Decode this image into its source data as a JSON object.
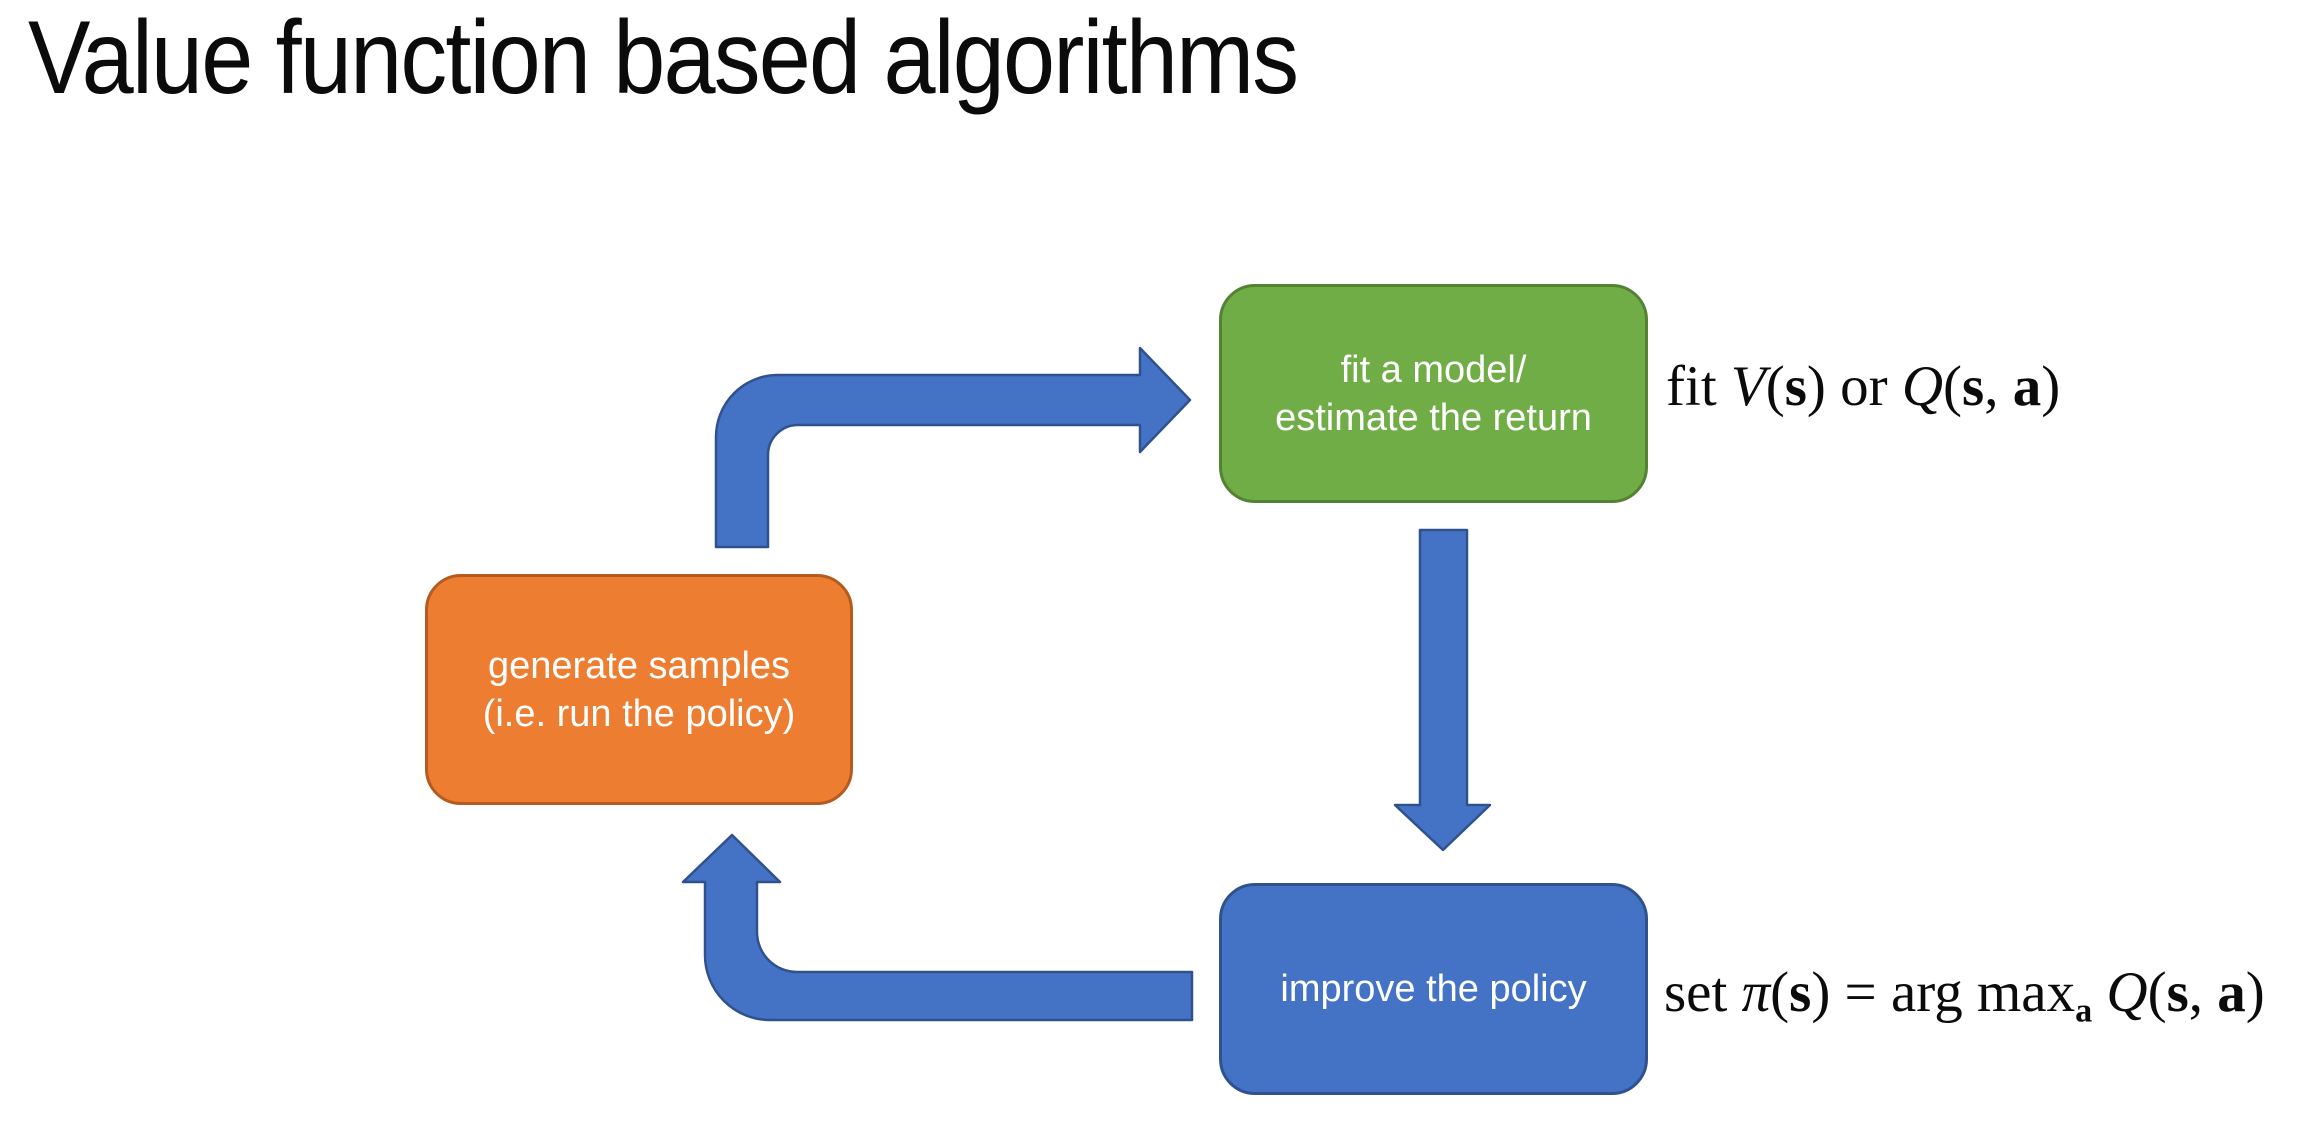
{
  "slide": {
    "title": "Value function based algorithms",
    "background_color": "#ffffff",
    "title_color": "#0b0b0b"
  },
  "boxes": {
    "fit_model": {
      "line1": "fit a model/",
      "line2": "estimate the return",
      "fill": "#70AD47",
      "border": "#538234",
      "text_color": "#ffffff"
    },
    "generate_samples": {
      "line1": "generate samples",
      "line2": "(i.e. run the policy)",
      "fill": "#ED7D31",
      "border": "#B55B1F",
      "text_color": "#ffffff"
    },
    "improve_policy": {
      "line1": "improve the policy",
      "fill": "#4472C4",
      "border": "#2F528F",
      "text_color": "#ffffff"
    }
  },
  "annotations": {
    "fit": {
      "text": "fit V(s) or Q(s,a)",
      "parts": [
        {
          "t": "fit "
        },
        {
          "t": "V"
        },
        {
          "t": "("
        },
        {
          "t": "s"
        },
        {
          "t": ")"
        },
        {
          "t": " or "
        },
        {
          "t": "Q"
        },
        {
          "t": "("
        },
        {
          "t": "s"
        },
        {
          "t": ", "
        },
        {
          "t": "a"
        },
        {
          "t": ")"
        }
      ]
    },
    "set": {
      "text": "set π(s) = arg maxₐ Q(s,a)",
      "parts": [
        {
          "t": "set "
        },
        {
          "t": "π"
        },
        {
          "t": "("
        },
        {
          "t": "s"
        },
        {
          "t": ") = arg max"
        },
        {
          "t": "a"
        },
        {
          "t": " Q"
        },
        {
          "t": "("
        },
        {
          "t": "s"
        },
        {
          "t": ", "
        },
        {
          "t": "a"
        },
        {
          "t": ")"
        }
      ]
    }
  },
  "arrows": {
    "fill": "#4472C4",
    "border": "#2F528F",
    "names": [
      "generate-samples to fit-model",
      "fit-model to improve-policy",
      "improve-policy to generate-samples"
    ]
  }
}
